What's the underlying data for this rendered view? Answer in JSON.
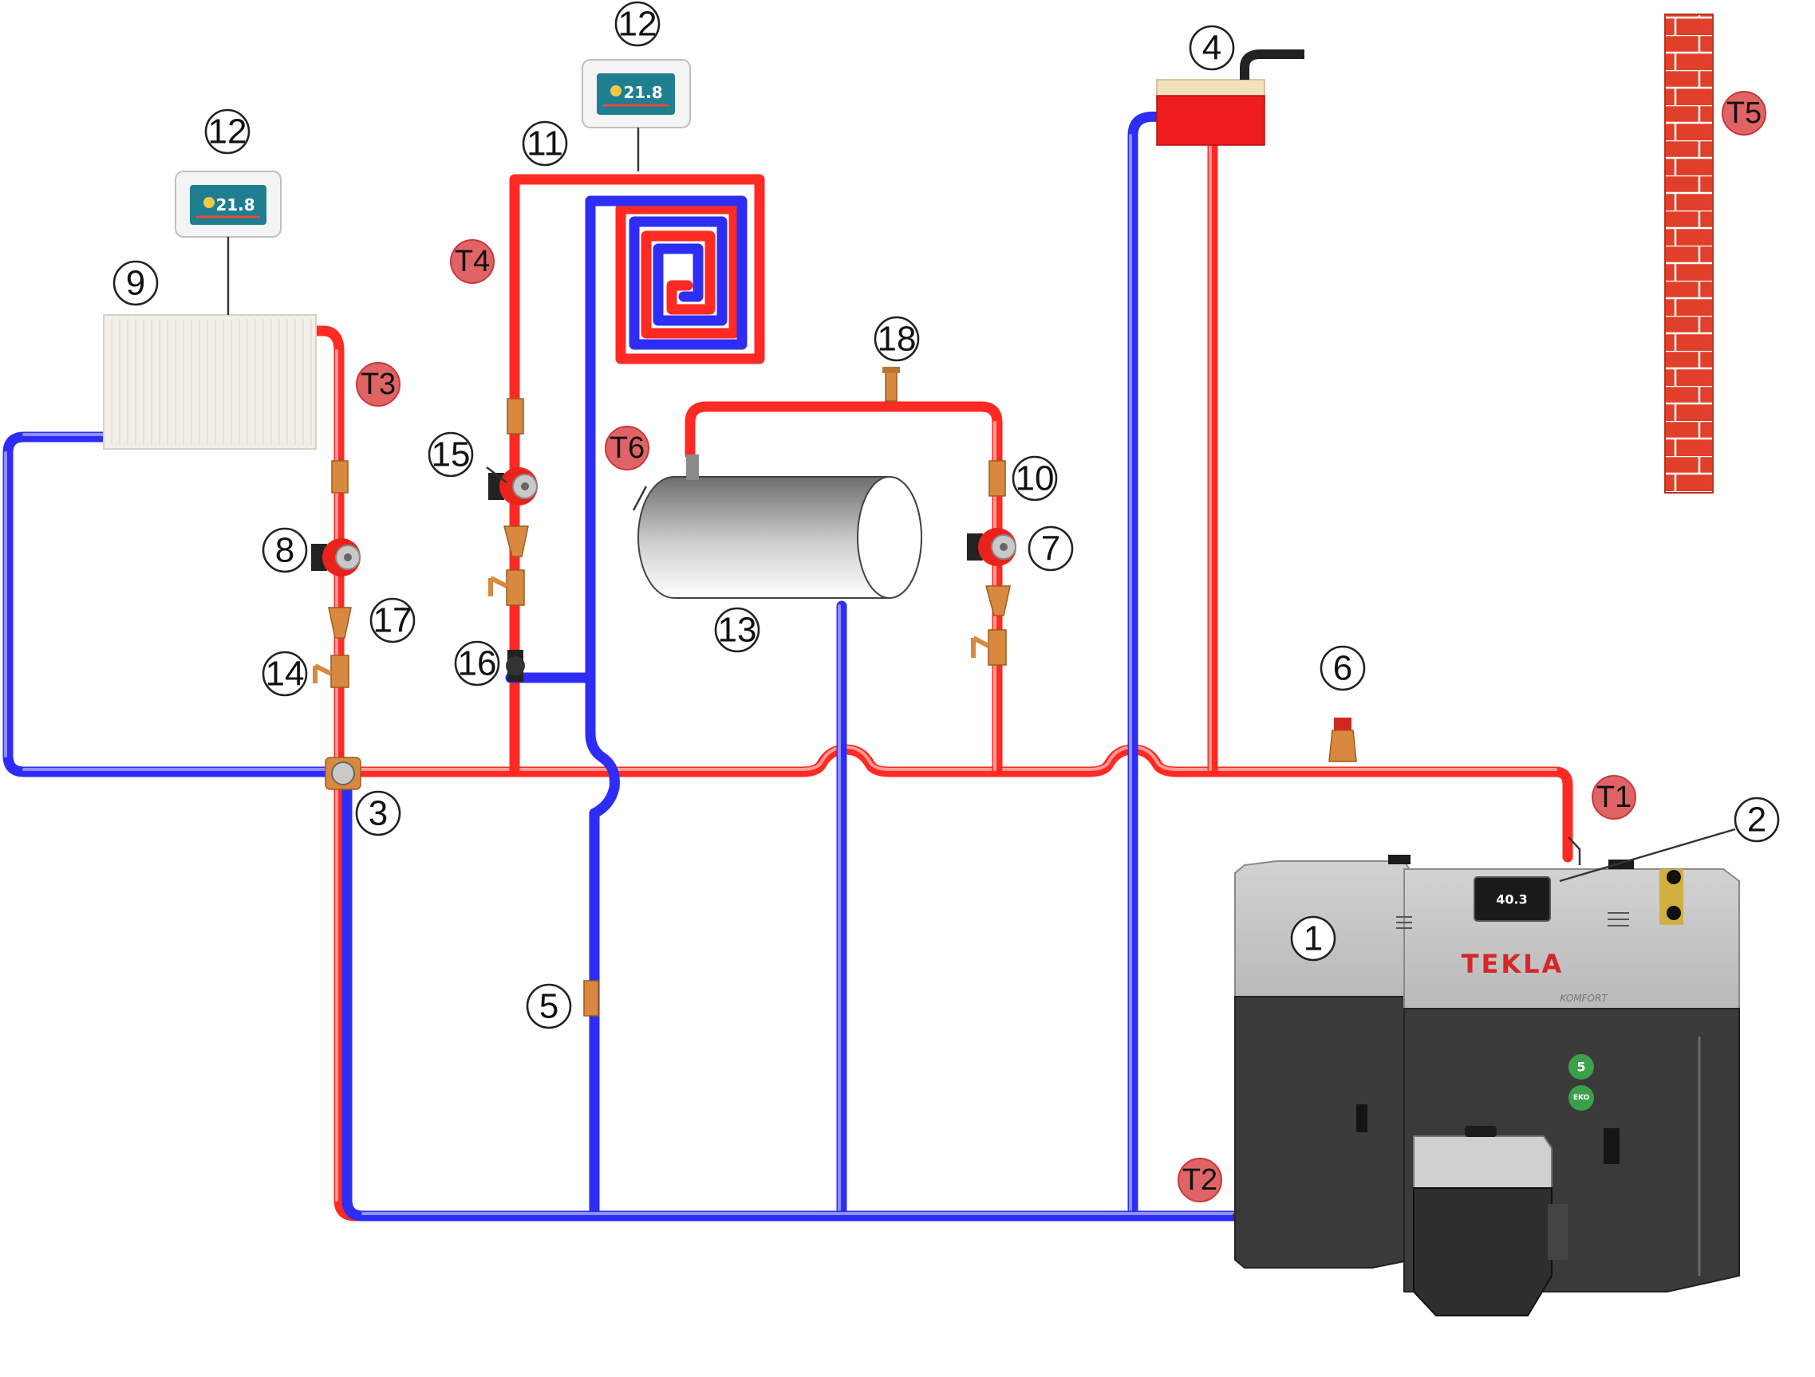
{
  "labels": {
    "boiler": "1",
    "controller": "2",
    "mixing_valve": "3",
    "expansion_tank": "4",
    "cold_fitting": "5",
    "safety_valve": "6",
    "pump_dhw": "7",
    "pump_radiator": "8",
    "radiator": "9",
    "fitting_dhw": "10",
    "floor_heating": "11",
    "thermostat_left": "12",
    "thermostat_top": "12",
    "water_tank": "13",
    "ball_valve_radiator": "14",
    "pump_floor": "15",
    "valve_floor": "16",
    "filter_radiator": "17",
    "air_vent": "18"
  },
  "sensors": {
    "t1": "T1",
    "t2": "T2",
    "t3": "T3",
    "t4": "T4",
    "t5": "T5",
    "t6": "T6"
  },
  "thermostats": {
    "left_temperature": "21.8",
    "top_temperature": "21.8"
  },
  "boiler": {
    "brand": "TEKLA",
    "model": "KOMFORT",
    "display_value": "40.3",
    "badge_class": "5",
    "badge_eco": "EKO"
  },
  "colors": {
    "supply_pipe": "#ff2a22",
    "return_pipe": "#2d2df5",
    "sensor_marker": "#e06466",
    "wall_brick": "#e0402a"
  },
  "icons": {
    "pump": "circulation-pump-icon",
    "thermostat": "room-thermostat-icon",
    "valve": "ball-valve-icon",
    "filter": "strainer-icon",
    "chimney": "brick-wall-icon"
  }
}
